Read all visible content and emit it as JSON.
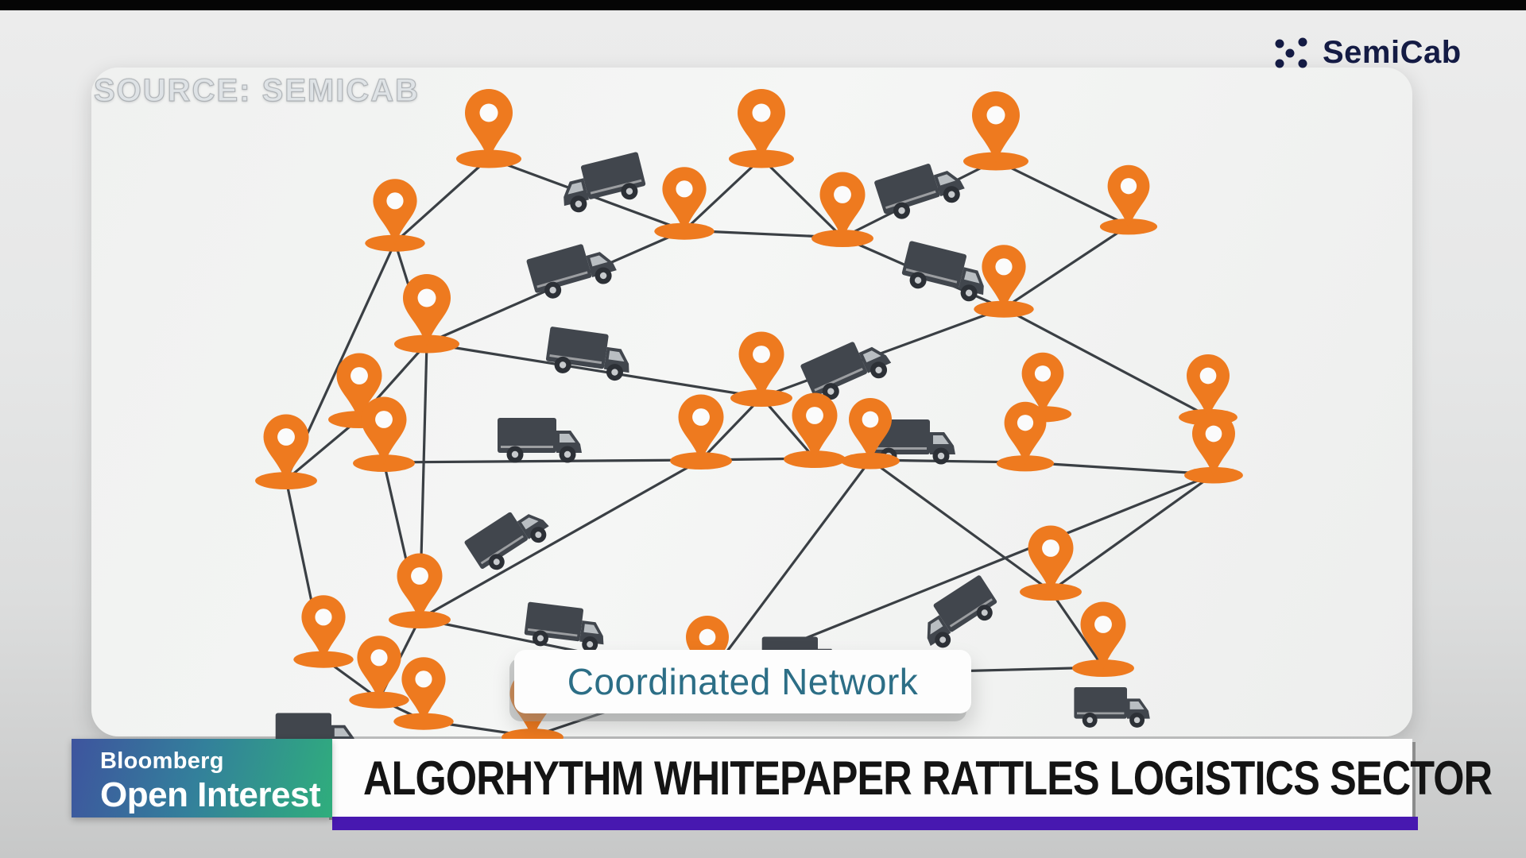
{
  "source_label": "SOURCE: SEMICAB",
  "brand": {
    "name": "SemiCab",
    "text_color": "#141b44",
    "dot_color": "#141b44"
  },
  "show_badge": {
    "line1": "Bloomberg",
    "line2": "Open Interest",
    "gradient_left": "#3e549e",
    "gradient_right": "#2fae7c"
  },
  "headline": {
    "text": "ALGORHYTHM WHITEPAPER RATTLES LOGISTICS SECTOR",
    "bar_color": "#4718b0",
    "text_color": "#141414"
  },
  "diagram": {
    "label": "Coordinated Network",
    "label_color": "#2c6e86",
    "pin_color": "#ee7a1f",
    "pin_hole_color": "#fbfbfb",
    "line_color": "#3a3f44",
    "line_width": 3.2,
    "truck_body_color": "#41464d",
    "truck_wheel_color": "#2c3036",
    "truck_hub_color": "#c7cacd",
    "truck_window_color": "#b9bec2",
    "pins": [
      [
        615,
        202,
        1
      ],
      [
        497,
        308,
        0.92
      ],
      [
        537,
        435,
        1
      ],
      [
        958,
        202,
        1
      ],
      [
        861,
        293,
        0.92
      ],
      [
        1060,
        302,
        0.95
      ],
      [
        1253,
        205,
        1
      ],
      [
        1420,
        287,
        0.88
      ],
      [
        958,
        503,
        0.95
      ],
      [
        1263,
        391,
        0.92
      ],
      [
        1312,
        523,
        0.88
      ],
      [
        1290,
        585,
        0.88
      ],
      [
        1520,
        527,
        0.9
      ],
      [
        1527,
        600,
        0.9
      ],
      [
        360,
        607,
        0.95
      ],
      [
        452,
        530,
        0.95
      ],
      [
        483,
        585,
        0.95
      ],
      [
        882,
        582,
        0.95
      ],
      [
        1025,
        580,
        0.95
      ],
      [
        1095,
        582,
        0.9
      ],
      [
        528,
        782,
        0.95
      ],
      [
        407,
        832,
        0.92
      ],
      [
        477,
        883,
        0.92
      ],
      [
        533,
        910,
        0.92
      ],
      [
        670,
        930,
        0.95
      ],
      [
        890,
        856,
        0.9
      ],
      [
        1322,
        747,
        0.95
      ],
      [
        1388,
        843,
        0.95
      ]
    ],
    "trucks": [
      [
        757,
        233,
        -14,
        1,
        1
      ],
      [
        1160,
        240,
        -18,
        1,
        0
      ],
      [
        722,
        341,
        -16,
        1,
        0
      ],
      [
        1190,
        345,
        14,
        1,
        0
      ],
      [
        742,
        448,
        8,
        1,
        0
      ],
      [
        1068,
        465,
        -24,
        1,
        0
      ],
      [
        680,
        556,
        0,
        1,
        0
      ],
      [
        1150,
        558,
        0,
        1,
        0
      ],
      [
        642,
        678,
        -33,
        0.95,
        0
      ],
      [
        712,
        792,
        7,
        0.95,
        0
      ],
      [
        1205,
        775,
        -33,
        0.95,
        1
      ],
      [
        1010,
        830,
        0,
        0.95,
        0
      ],
      [
        1400,
        892,
        0,
        0.9,
        0
      ],
      [
        398,
        926,
        0,
        0.95,
        0
      ]
    ],
    "edges": [
      [
        0,
        1
      ],
      [
        0,
        4
      ],
      [
        1,
        2
      ],
      [
        1,
        14
      ],
      [
        3,
        4
      ],
      [
        3,
        5
      ],
      [
        4,
        5
      ],
      [
        4,
        2
      ],
      [
        2,
        8
      ],
      [
        8,
        9
      ],
      [
        5,
        9
      ],
      [
        5,
        6
      ],
      [
        6,
        7
      ],
      [
        9,
        7
      ],
      [
        9,
        12
      ],
      [
        2,
        20
      ],
      [
        14,
        15
      ],
      [
        15,
        2
      ],
      [
        16,
        17
      ],
      [
        17,
        18
      ],
      [
        18,
        19
      ],
      [
        19,
        11
      ],
      [
        11,
        13
      ],
      [
        8,
        17
      ],
      [
        8,
        18
      ],
      [
        20,
        16
      ],
      [
        20,
        17
      ],
      [
        20,
        22
      ],
      [
        20,
        25
      ],
      [
        14,
        21
      ],
      [
        21,
        22
      ],
      [
        22,
        23
      ],
      [
        23,
        24
      ],
      [
        24,
        25
      ],
      [
        19,
        25
      ],
      [
        19,
        26
      ],
      [
        13,
        26
      ],
      [
        26,
        27
      ],
      [
        25,
        27
      ],
      [
        25,
        13
      ]
    ]
  }
}
